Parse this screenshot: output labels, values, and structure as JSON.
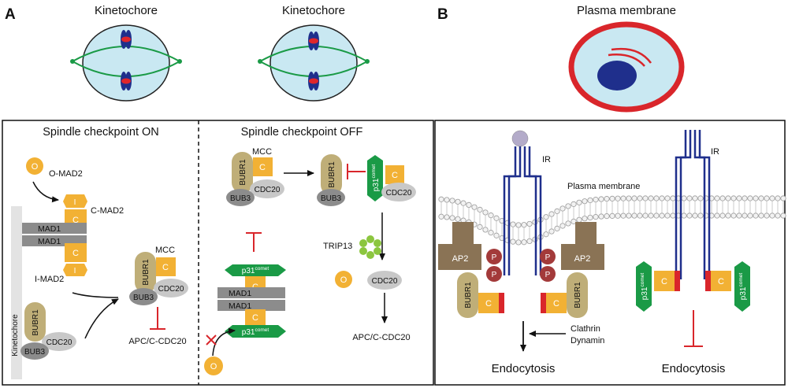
{
  "panels": {
    "a": "A",
    "b": "B"
  },
  "cells": {
    "kinetochore_1": "Kinetochore",
    "kinetochore_2": "Kinetochore",
    "plasma_membrane": "Plasma membrane"
  },
  "spindle_on": {
    "title": "Spindle checkpoint ON",
    "o_mad2": "O-MAD2",
    "o_letter": "O",
    "c_mad2": "C-MAD2",
    "i_mad2": "I-MAD2",
    "i_letter": "I",
    "c_letter": "C",
    "mad1": "MAD1",
    "kinetochore": "Kinetochore",
    "mcc": "MCC",
    "bubr1": "BUBR1",
    "cdc20": "CDC20",
    "bub3": "BUB3",
    "apc": "APC/C-CDC20"
  },
  "spindle_off": {
    "title": "Spindle checkpoint OFF",
    "mcc": "MCC",
    "bubr1": "BUBR1",
    "c_letter": "C",
    "cdc20": "CDC20",
    "bub3": "BUB3",
    "p31": "p31",
    "comet": "comet",
    "trip13": "TRIP13",
    "mad1": "MAD1",
    "o_letter": "O",
    "apc": "APC/C-CDC20"
  },
  "panel_b": {
    "ir": "IR",
    "plasma_membrane": "Plasma membrane",
    "ap2": "AP2",
    "p_letter": "P",
    "bubr1": "BUBR1",
    "c_letter": "C",
    "p31": "p31",
    "comet": "comet",
    "clathrin": "Clathrin",
    "dynamin": "Dynamin",
    "endocytosis": "Endocytosis"
  },
  "colors": {
    "orange": "#f2b134",
    "tan": "#bfae78",
    "grey_dark": "#8c8c8c",
    "grey_light": "#c8c8c8",
    "green_protein": "#1a9a46",
    "red_inhibit": "#d9262b",
    "navy_receptor": "#1f2f8c",
    "ap2_brown": "#8a7355",
    "p_circle": "#a33a3a",
    "cell_fill": "#c9e8f2",
    "trip13_green": "#8cc63f"
  }
}
